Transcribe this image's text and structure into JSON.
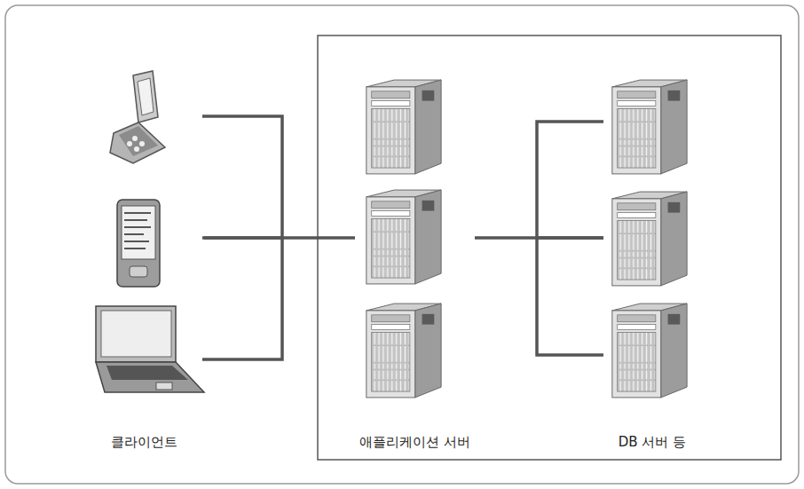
{
  "diagram": {
    "nodes": [
      {
        "text": [
          "클라이언트"
        ]
      },
      {
        "text": [
          "애플리케이션 서버"
        ]
      },
      {
        "text": [
          "DB 서버 등"
        ]
      }
    ],
    "edges": [
      {
        "from": 0,
        "to": 1,
        "arrow": "none"
      },
      {
        "from": 1,
        "to": 2,
        "arrow": "none"
      }
    ]
  }
}
